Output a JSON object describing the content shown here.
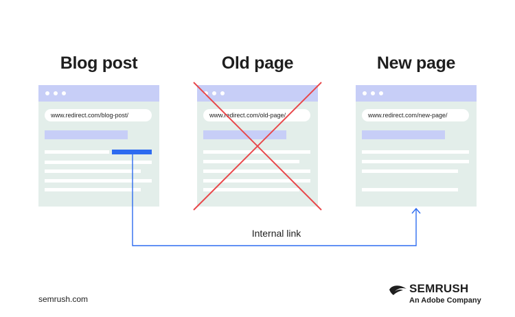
{
  "columns": [
    {
      "title": "Blog post",
      "url": "www.redirect.com/blog-post/"
    },
    {
      "title": "Old page",
      "url": "www.redirect.com/old-page/"
    },
    {
      "title": "New page",
      "url": "www.redirect.com/new-page/"
    }
  ],
  "arrow_label": "Internal link",
  "footer": {
    "site": "semrush.com"
  },
  "brand": {
    "name": "SEMRUSH",
    "tagline": "An Adobe Company"
  },
  "colors": {
    "window_bg": "#e3eeea",
    "window_bar": "#c7cef7",
    "highlight_link": "#2d6bf0",
    "arrow": "#2d6bf0",
    "cross": "#e8474a"
  }
}
